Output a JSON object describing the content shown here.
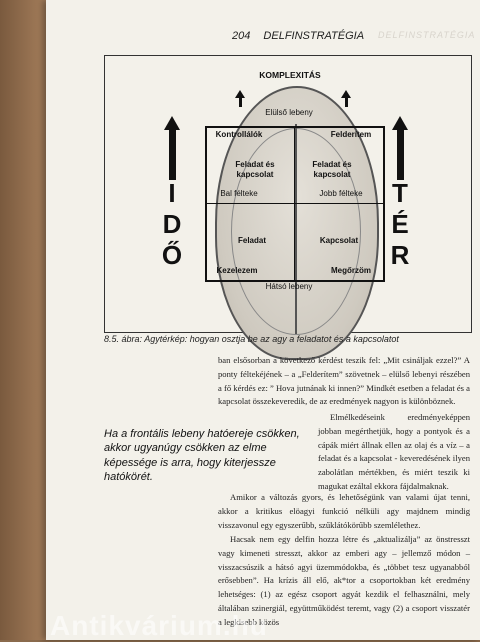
{
  "header": {
    "page_number": "204",
    "title": "DELFINSTRATÉGIA"
  },
  "figure": {
    "top_label": "KOMPLEXITÁS",
    "left_word": [
      "I",
      "D",
      "Ő"
    ],
    "right_word": [
      "T",
      "É",
      "R"
    ],
    "labels": {
      "front_lobe": "Elülső lebeny",
      "controller": "Kontrollálók",
      "explorer": "Felderítem",
      "task_rel_left": "Feladat és kapcsolat",
      "task_rel_right": "Feladat és kapcsolat",
      "left_hemi": "Bal félteke",
      "right_hemi": "Jobb félteke",
      "task": "Feladat",
      "relation": "Kapcsolat",
      "handler": "Kezelezem",
      "preserver": "Megőrzöm",
      "back_lobe": "Hátsó lebeny"
    },
    "caption": "8.5. ábra: Agytérkép: hogyan osztja be az agy a feladatot és a kapcsolatot"
  },
  "pull_quote": "Ha a frontális lebeny hatóereje csökken, akkor ugyanúgy csökken az elme képessége is arra, hogy kiterjessze hatókörét.",
  "body": {
    "p1": "ban elsősorban a következő kérdést teszik fel: „Mit csináljak ezzel?” A ponty féltekéjének – a „Felderítem” szövetnek – elülső lebenyi részében a fő kérdés ez: ” Hova jutnának ki innen?” Mindkét esetben a feladat és a kapcsolat összekeveredik, de az eredmények nagyon is különböznek.",
    "p2": "Elmélkedéseink eredményeképpen jobban megérthetjük, hogy a pontyok és a cápák miért állnak ellen az olaj és a víz – a feladat és a kapcsolat - keveredésének ilyen zabolátlan mértékben, és miért teszik ki magukat ezáltal ekkora fájdalmaknak.",
    "p3": "Amikor a változás gyors, és lehetőségünk van valami újat tenni, akkor a kritikus elöagyi funkció nélküli agy majdnem mindig visszavonul egy egyszerűbb, szűklátókörűbb szemlélethez.",
    "p4": "Hacsak nem egy delfin hozza létre és „aktualizálja” az önstresszt vagy kimeneti stresszt, akkor az emberi agy – jellemző módon – visszacsúszik a hátsó agyi üzemmódokba, és „többet tesz ugyanabból erőseb­ben”. Ha krízis áll elő, ak*tor a csoportokban két eredmény lehetséges: (1) az egész csoport agyát kezdik el felhasználni, mely általában szinergiál, együttműködést teremt, vagy (2) a csoport visszatér a legkisebb közös"
  },
  "watermark": "Antikvárium.hu"
}
